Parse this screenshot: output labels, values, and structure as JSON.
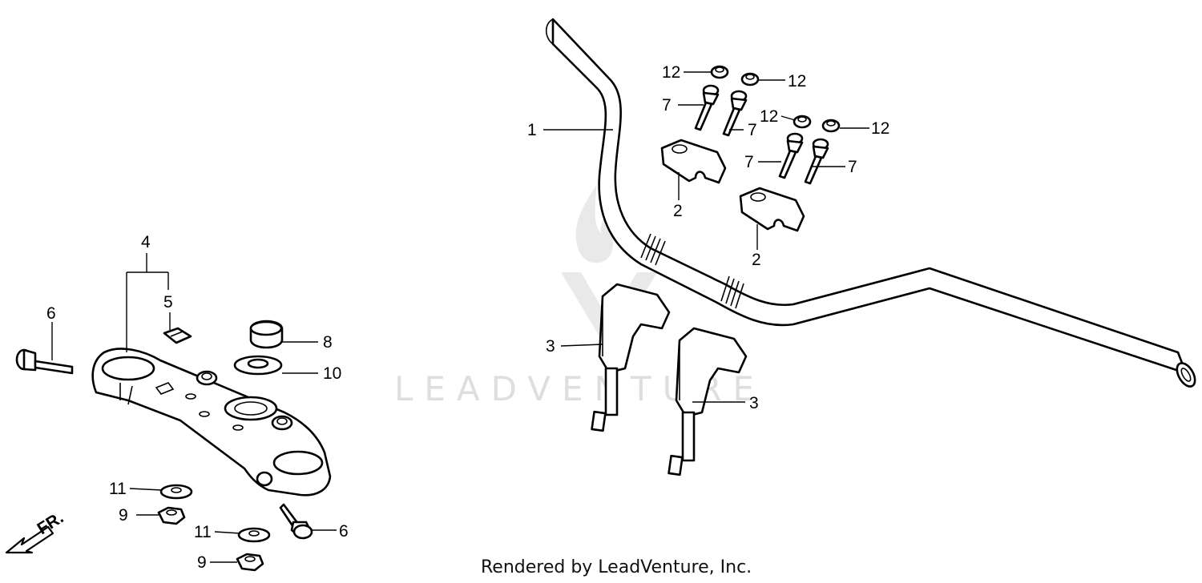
{
  "watermark": {
    "text": "LEADVENTURE"
  },
  "callouts": {
    "c1": "1",
    "c2a": "2",
    "c2b": "2",
    "c3a": "3",
    "c3b": "3",
    "c4": "4",
    "c5": "5",
    "c6a": "6",
    "c6b": "6",
    "c7a": "7",
    "c7b": "7",
    "c7c": "7",
    "c7d": "7",
    "c8": "8",
    "c9a": "9",
    "c9b": "9",
    "c10": "10",
    "c11a": "11",
    "c11b": "11",
    "c12a": "12",
    "c12b": "12",
    "c12c": "12",
    "c12d": "12"
  },
  "front_marker": {
    "label": "FR."
  },
  "footer": {
    "credit": "Rendered by LeadVenture, Inc."
  }
}
